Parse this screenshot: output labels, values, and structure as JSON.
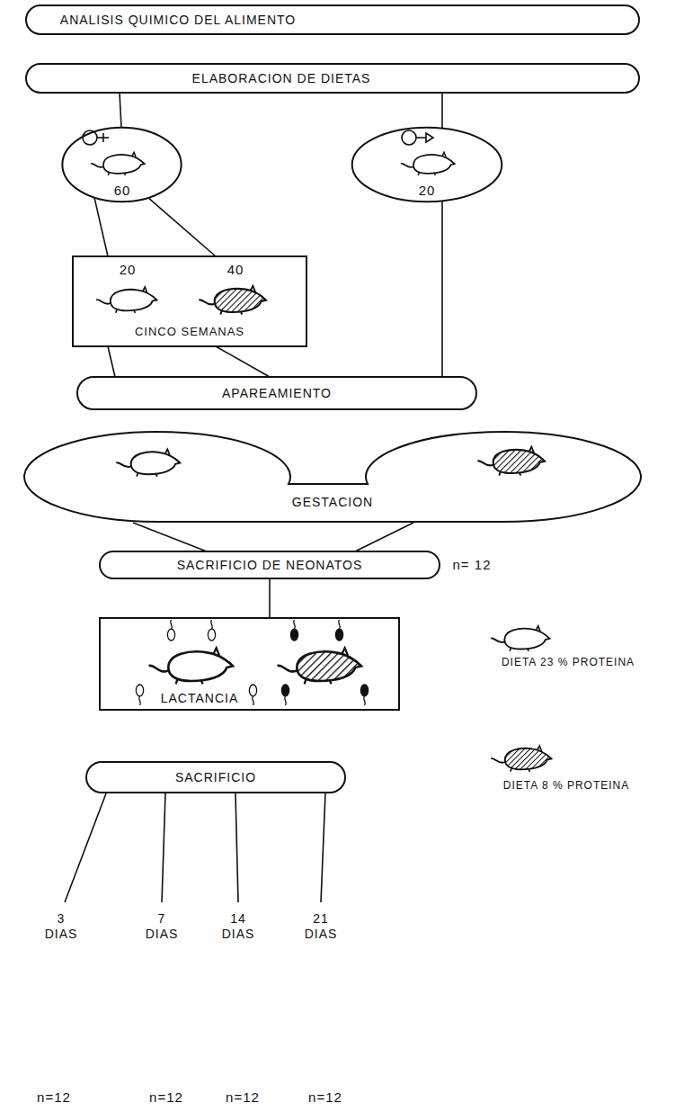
{
  "diagram": {
    "nodes": [
      {
        "text": [
          "ANALISIS QUIMICO DEL ALIMENTO"
        ]
      },
      {
        "text": [
          "ELABORACION DE DIETAS"
        ]
      },
      {
        "text": [
          "60"
        ]
      },
      {
        "text": [
          "20"
        ]
      },
      {
        "text": [
          "20",
          "40",
          "CINCO SEMANAS"
        ]
      },
      {
        "text": [
          "APAREAMIENTO"
        ]
      },
      {
        "text": [
          "GESTACION"
        ]
      },
      {
        "text": [
          "SACRIFICIO DE NEONATOS"
        ]
      },
      {
        "text": [
          "LACTANCIA"
        ]
      },
      {
        "text": [
          "SACRIFICIO"
        ]
      }
    ],
    "edges": [
      {
        "from": 1,
        "to": 2,
        "arrow": "none"
      },
      {
        "from": 1,
        "to": 3,
        "arrow": "none"
      },
      {
        "from": 2,
        "to": 4,
        "arrow": "none"
      },
      {
        "from": 4,
        "to": 5,
        "arrow": "none"
      },
      {
        "from": 3,
        "to": 5,
        "arrow": "none"
      },
      {
        "from": 6,
        "to": 7,
        "arrow": "none"
      },
      {
        "from": 7,
        "to": 8,
        "arrow": "none"
      }
    ],
    "labels": [
      "n= 12",
      "3 DIAS",
      "7 DIAS",
      "14 DIAS",
      "21 DIAS",
      "n=12",
      "n=12",
      "n=12",
      "n=12"
    ],
    "legend": [
      {
        "text": "DIETA 23 % PROTEINA"
      },
      {
        "text": "DIETA 8 % PROTEINA"
      }
    ]
  }
}
